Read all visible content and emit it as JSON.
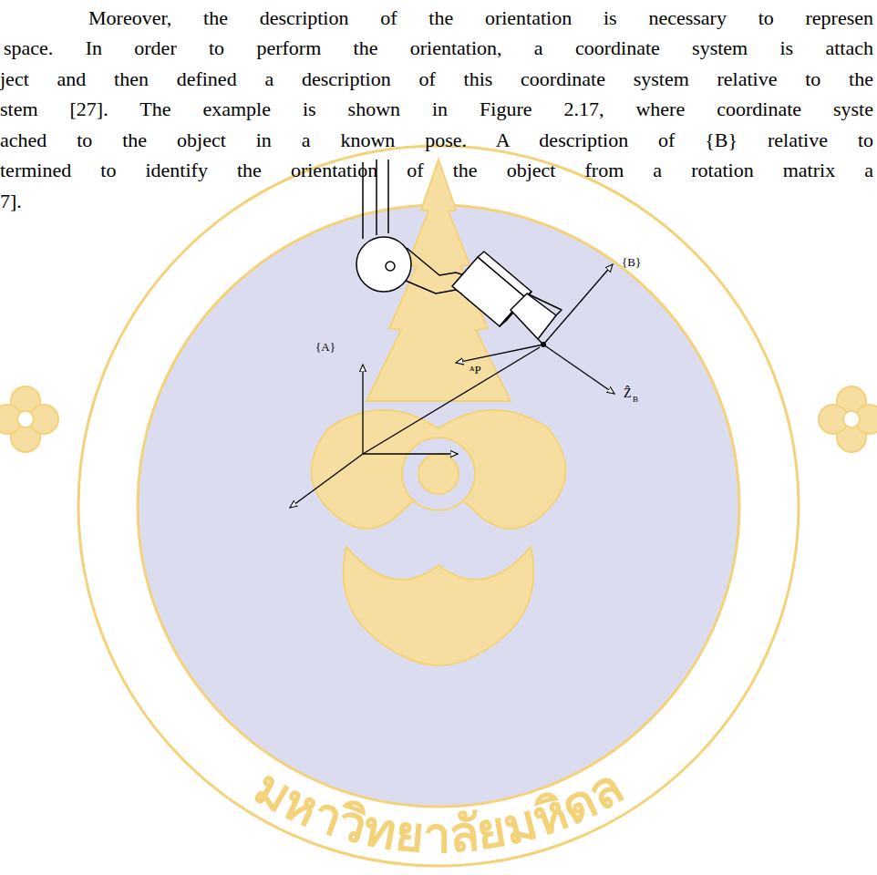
{
  "diagram": {
    "labels": [
      "Moreover, the description of the orientation is necessary to represen",
      "space. In order to perform the orientation, a coordinate system is attach",
      "ject and then defined a description of this coordinate system relative to the",
      "stem [27]. The example is shown in Figure 2.17, where coordinate syste",
      "ached to the object in a known pose. A description of {B} relative to",
      "termined to identify the orientation of the object from a rotation matrix a",
      "7].",
      "{B}",
      "{A}",
      "ᴬP",
      "Ẑ",
      "B",
      "มหาวิทยาลัยมหิดล"
    ]
  }
}
